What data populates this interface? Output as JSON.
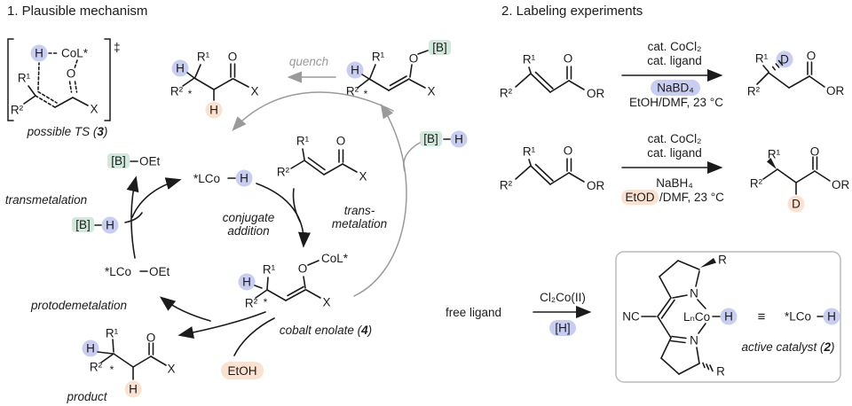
{
  "colors": {
    "blue_highlight": "#c8cdf2",
    "green_highlight": "#cfe9da",
    "orange_highlight": "#fbe2d0",
    "red_label": "#a81d1d",
    "gray_arrow": "#9a9a9a",
    "box_border": "#bcbcbc"
  },
  "sec1": {
    "title": "1. Plausible mechanism",
    "ts": {
      "h": "H",
      "co": "CoL*",
      "o": "O",
      "r1": "R¹",
      "r2": "R²",
      "x": "X",
      "dagger": "‡",
      "cap_pre": "possible TS (",
      "cap_num": "3",
      "cap_post": ")"
    },
    "prod_top": {
      "h1": "H",
      "r1": "R¹",
      "r2": "R²",
      "star": "*",
      "o": "O",
      "x": "X",
      "h2": "H"
    },
    "quench": "quench",
    "enolB": {
      "h": "H",
      "r1": "R¹",
      "r2": "R²",
      "star": "*",
      "o": "O",
      "b": "[B]",
      "x": "X"
    },
    "bh_right": {
      "b": "[B]",
      "h": "H"
    },
    "bh_left": {
      "b": "[B]",
      "h": "H"
    },
    "boet": {
      "b": "[B]",
      "oet": "OEt"
    },
    "lcoh": {
      "lco": "*LCo",
      "h": "H"
    },
    "lcooet": {
      "lco": "*LCo",
      "oet": "OEt"
    },
    "substrate": {
      "r1": "R¹",
      "r2": "R²",
      "o": "O",
      "x": "X"
    },
    "enol4": {
      "h": "H",
      "r1": "R¹",
      "r2": "R²",
      "star": "*",
      "o": "O",
      "co": "CoL*",
      "x": "X",
      "cap_pre": "cobalt enolate (",
      "cap_num": "4",
      "cap_post": ")"
    },
    "prod_bot": {
      "h1": "H",
      "r1": "R¹",
      "r2": "R²",
      "star": "*",
      "o": "O",
      "x": "X",
      "h2": "H",
      "caption": "product"
    },
    "etoh": "EtOH",
    "steps": {
      "transmetalation": "transmetalation",
      "conjugate1": "conjugate",
      "conjugate2": "addition",
      "trans1": "trans-",
      "trans2": "metalation",
      "protodemetalation": "protodemetalation"
    }
  },
  "sec2": {
    "title": "2. Labeling experiments",
    "sub": {
      "r1": "R¹",
      "r2": "R²",
      "o": "O",
      "or": "OR"
    },
    "rxn1": {
      "above1": "cat. CoCl₂",
      "above2": "cat. ligand",
      "reagent": "NaBD₄",
      "solvent": "EtOH/DMF, 23 °C",
      "prod": {
        "r1": "R¹",
        "d": "D",
        "r2": "R²",
        "o": "O",
        "or": "OR"
      }
    },
    "rxn2": {
      "above1": "cat. CoCl₂",
      "above2": "cat. ligand",
      "reagent": "NaBH₄",
      "solvent_hl": "EtOD",
      "solvent_rest": "/DMF, 23 °C",
      "prod": {
        "r1": "R¹",
        "d": "D",
        "r2": "R²",
        "o": "O",
        "or": "OR"
      }
    },
    "rxn3": {
      "free_ligand": "free ligand",
      "above": "Cl₂Co(II)",
      "below": "[H]",
      "box": {
        "nc": "NC",
        "n1": "N",
        "n2": "N",
        "r_top": "R",
        "r_bot": "R",
        "lnco": "LₙCo",
        "h": "H",
        "equiv": "≡",
        "lco": "*LCo",
        "h2": "H",
        "cap_pre": "active catalyst (",
        "cap_num": "2",
        "cap_post": ")"
      }
    }
  }
}
